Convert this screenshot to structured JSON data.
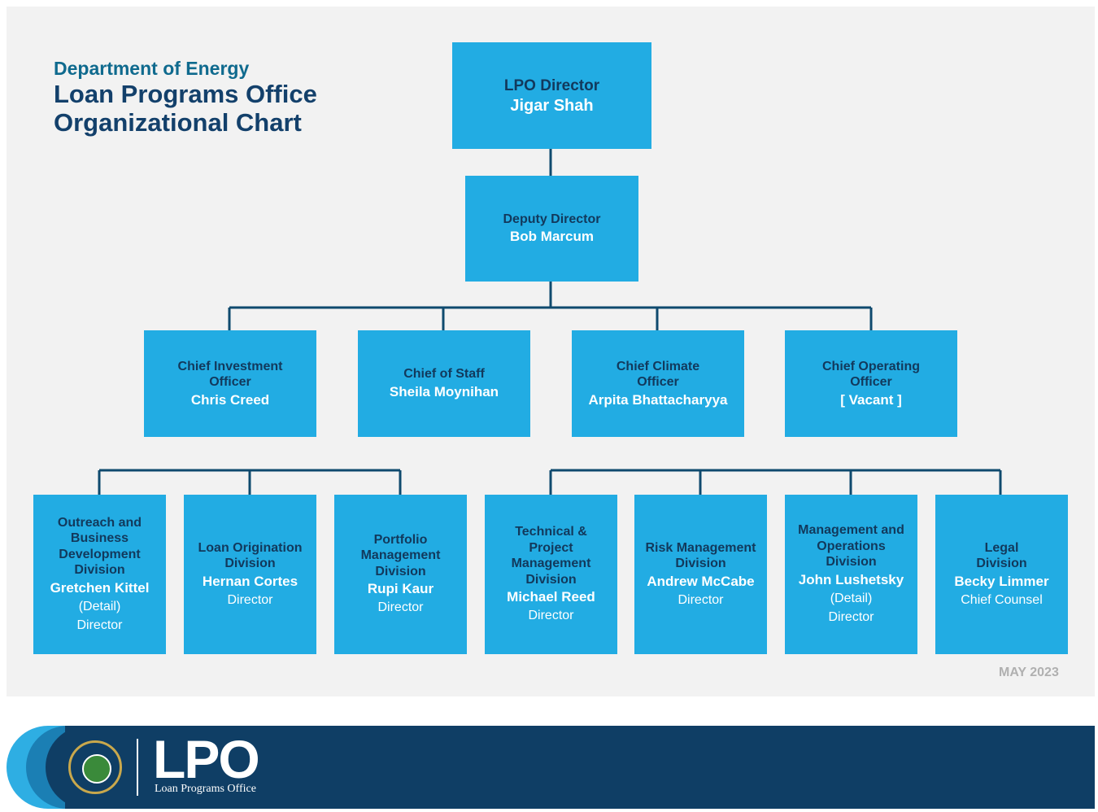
{
  "header": {
    "department": "Department of Energy",
    "title_line1": "Loan Programs Office",
    "title_line2": "Organizational Chart"
  },
  "director": {
    "title": "LPO Director",
    "name": "Jigar Shah"
  },
  "deputy": {
    "title": "Deputy Director",
    "name": "Bob Marcum"
  },
  "chiefs": [
    {
      "title": "Chief Investment Officer",
      "name": "Chris Creed"
    },
    {
      "title": "Chief of Staff",
      "name": "Sheila Moynihan"
    },
    {
      "title": "Chief Climate Officer",
      "name": "Arpita Bhattacharyya"
    },
    {
      "title": "Chief Operating Officer",
      "name": "[ Vacant ]"
    }
  ],
  "divisions": [
    {
      "title": "Outreach and Business Development Division",
      "name": "Gretchen Kittel",
      "note": "(Detail)",
      "role": "Director"
    },
    {
      "title": "Loan Origination Division",
      "name": "Hernan Cortes",
      "role": "Director"
    },
    {
      "title": "Portfolio Management Division",
      "name": "Rupi Kaur",
      "role": "Director"
    },
    {
      "title": "Technical & Project Management Division",
      "name": "Michael Reed",
      "role": "Director"
    },
    {
      "title": "Risk Management Division",
      "name": "Andrew McCabe",
      "role": "Director"
    },
    {
      "title": "Management and Operations Division",
      "name": "John Lushetsky",
      "note": "(Detail)",
      "role": "Director"
    },
    {
      "title": "Legal Division",
      "name": "Becky Limmer",
      "role": "Chief Counsel"
    }
  ],
  "date": "MAY 2023",
  "footer": {
    "logo_text": "LPO",
    "logo_subtitle": "Loan Programs Office",
    "seal_icon": "doe-seal-icon"
  },
  "colors": {
    "box": "#22ace3",
    "title_text": "#12395c",
    "connector": "#0f4a6e",
    "footer": "#0f3e65"
  }
}
